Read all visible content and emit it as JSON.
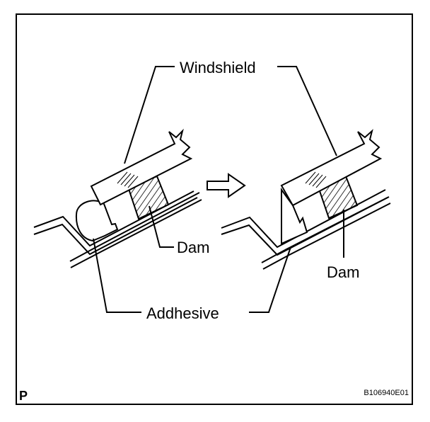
{
  "labels": {
    "windshield": "Windshield",
    "dam_left": "Dam",
    "dam_right": "Dam",
    "adhesive": "Addhesive",
    "corner_mark": "P",
    "figure_code": "B106940E01"
  },
  "icons": {
    "arrow": "right-arrow-icon"
  }
}
